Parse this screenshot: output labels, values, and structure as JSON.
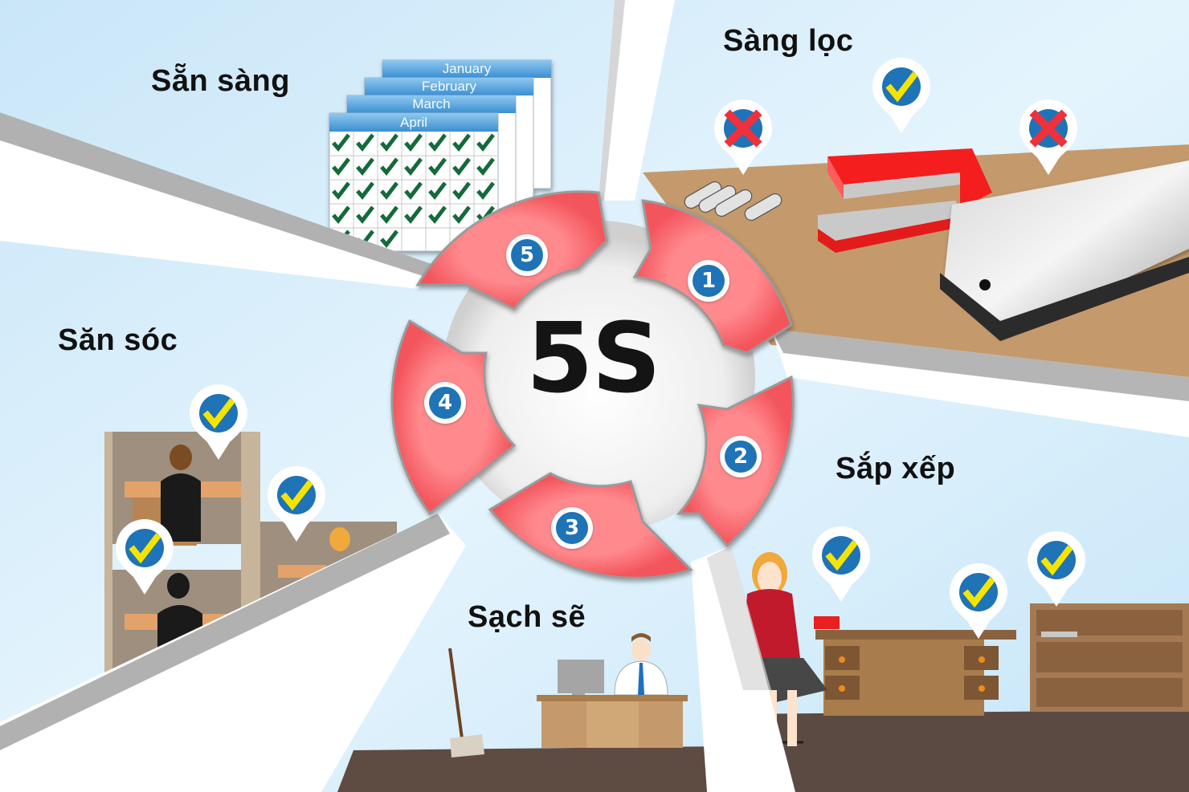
{
  "diagram": {
    "title": "5S",
    "steps": [
      {
        "number": "1",
        "label": "Sàng lọc"
      },
      {
        "number": "2",
        "label": "Sắp xếp"
      },
      {
        "number": "3",
        "label": "Sạch sẽ"
      },
      {
        "number": "4",
        "label": "Săn sóc"
      },
      {
        "number": "5",
        "label": "Sẵn sàng"
      }
    ]
  },
  "calendar": {
    "months": [
      "January",
      "February",
      "March",
      "April"
    ],
    "front_month": "April",
    "checked_cells": 31
  },
  "markers": {
    "sang_loc": [
      "cross-icon",
      "check-icon",
      "cross-icon"
    ],
    "sap_xep": [
      "check-icon",
      "check-icon",
      "check-icon"
    ],
    "san_soc": [
      "check-icon",
      "check-icon",
      "check-icon"
    ]
  },
  "colors": {
    "sky": "#d4ecfa",
    "ring_red": "#f7646a",
    "badge_blue": "#1f73b7",
    "check_yellow": "#f5e400",
    "cross_red": "#f0303a",
    "desk_brown": "#c49a6c",
    "floor_dark": "#5a4a42",
    "calendar_check": "#146a3a"
  }
}
